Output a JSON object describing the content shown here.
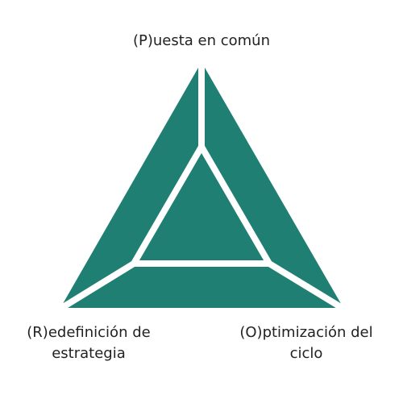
{
  "diagram": {
    "fill_color": "#1e7f72",
    "separator_color": "#ffffff",
    "vertices": {
      "top": {
        "label": "(P)uesta en común"
      },
      "bottom_left": {
        "label_line1": "(R)edefinición de",
        "label_line2": "estrategia"
      },
      "bottom_right": {
        "label_line1": "(O)ptimización del",
        "label_line2": "ciclo"
      }
    }
  }
}
